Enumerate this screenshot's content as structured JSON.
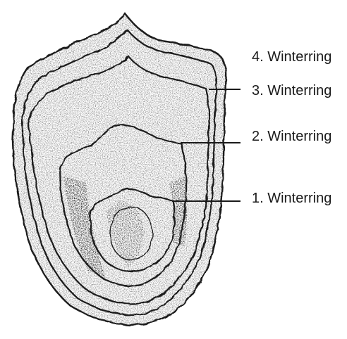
{
  "labels": [
    {
      "text": "4. Winterring"
    },
    {
      "text": "3. Winterring"
    },
    {
      "text": "2. Winterring"
    },
    {
      "text": "1. Winterring"
    }
  ],
  "colors": {
    "ink": "#1a1a1a",
    "background": "#ffffff"
  }
}
